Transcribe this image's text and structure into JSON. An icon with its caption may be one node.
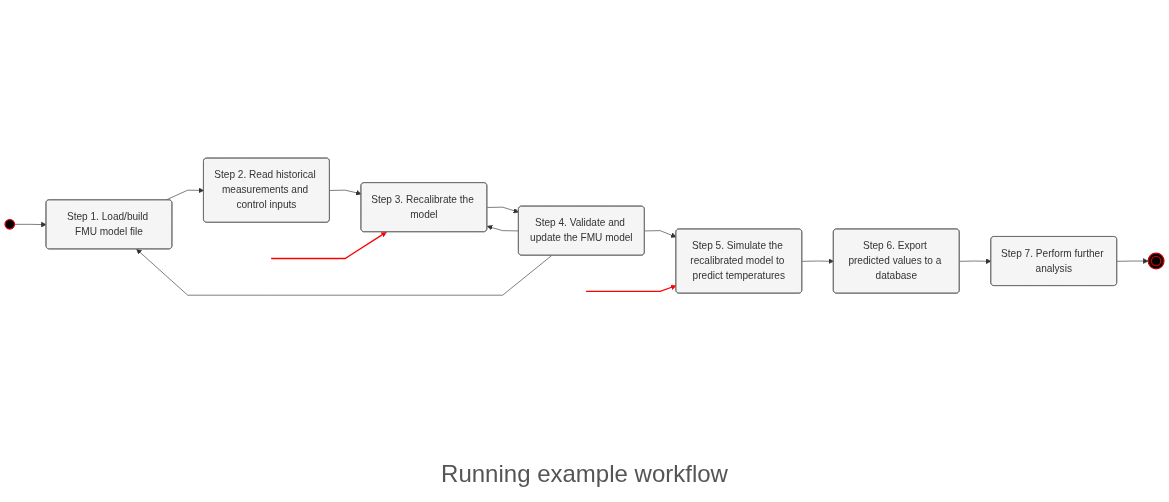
{
  "diagram": {
    "caption": "Running example workflow",
    "nodes": [
      {
        "text": [],
        "shape": "circle"
      },
      {
        "text": [
          "Step 1. Load/build FMU model file"
        ]
      },
      {
        "text": [
          "Step 2. Read historical measurements and control inputs"
        ]
      },
      {
        "text": [
          "Step 3. Recalibrate the model"
        ]
      },
      {
        "text": [
          "Step 4. Validate and update the FMU model"
        ]
      },
      {
        "text": [
          "Step 5. Simulate the recalibrated model to predict temperatures"
        ]
      },
      {
        "text": [
          "Step 6. Export predicted values to a database"
        ]
      },
      {
        "text": [
          "Step 7. Perform further analysis"
        ]
      },
      {
        "text": [],
        "shape": "circle"
      }
    ],
    "edges": [
      {
        "from": 0,
        "to": 1,
        "arrow": "to"
      },
      {
        "from": 1,
        "to": 2,
        "arrow": "to"
      },
      {
        "from": 2,
        "to": 3,
        "arrow": "to"
      },
      {
        "from": 3,
        "to": 4,
        "arrow": "to"
      },
      {
        "from": 4,
        "to": 1,
        "arrow": "to"
      },
      {
        "from": 4,
        "to": 3,
        "arrow": "to"
      },
      {
        "from": 4,
        "to": 5,
        "arrow": "to"
      },
      {
        "from": 5,
        "to": 6,
        "arrow": "to"
      },
      {
        "from": 6,
        "to": 7,
        "arrow": "to"
      },
      {
        "from": 7,
        "to": 8,
        "arrow": "to"
      },
      {
        "from": null,
        "to": 3,
        "arrow": "to",
        "color": "#ff0000"
      },
      {
        "from": null,
        "to": 5,
        "arrow": "to",
        "color": "#ff0000"
      }
    ]
  }
}
